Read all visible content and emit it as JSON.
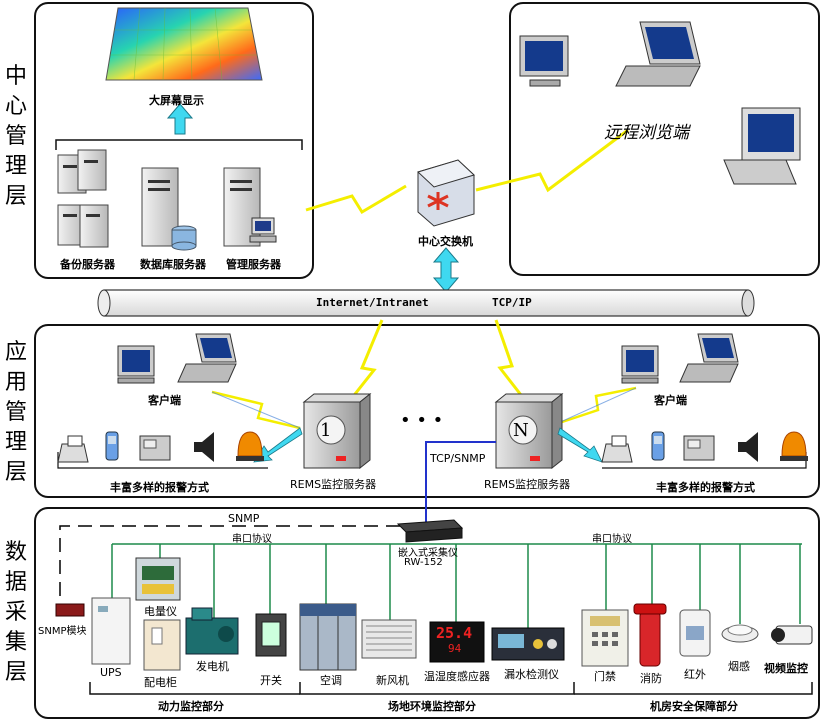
{
  "layers": {
    "center": "中心管理层",
    "application": "应用管理层",
    "data": "数据采集层"
  },
  "center": {
    "big_screen": "大屏幕显示",
    "servers": [
      "备份服务器",
      "数据库服务器",
      "管理服务器"
    ],
    "switch": "中心交换机",
    "remote": "远程浏览端"
  },
  "network": {
    "internet": "Internet/Intranet",
    "protocol": "TCP/IP"
  },
  "application": {
    "client_left": "客户端",
    "client_right": "客户端",
    "server_left_num": "1",
    "server_right_num": "N",
    "dots": "• • •",
    "server_left": "REMS监控服务器",
    "server_right": "REMS监控服务器",
    "alarm_left": "丰富多样的报警方式",
    "alarm_right": "丰富多样的报警方式",
    "tcp_snmp": "TCP/SNMP"
  },
  "data": {
    "snmp": "SNMP",
    "serial_left": "串口协议",
    "serial_right": "串口协议",
    "collector": "嵌入式采集仪",
    "collector_model": "RW-152",
    "snmp_module": "SNMP模块",
    "devices": {
      "ups": "UPS",
      "meter": "电量仪",
      "cabinet": "配电柜",
      "generator": "发电机",
      "switch": "开关",
      "ac": "空调",
      "fan": "新风机",
      "temp": "温湿度感应器",
      "leak": "漏水检测仪",
      "door": "门禁",
      "fire": "消防",
      "infrared": "红外",
      "smoke": "烟感",
      "video": "视频监控"
    },
    "temp_display": "25.4",
    "temp_display2": "94",
    "sections": [
      "动力监控部分",
      "场地环境监控部分",
      "机房安全保障部分"
    ]
  }
}
